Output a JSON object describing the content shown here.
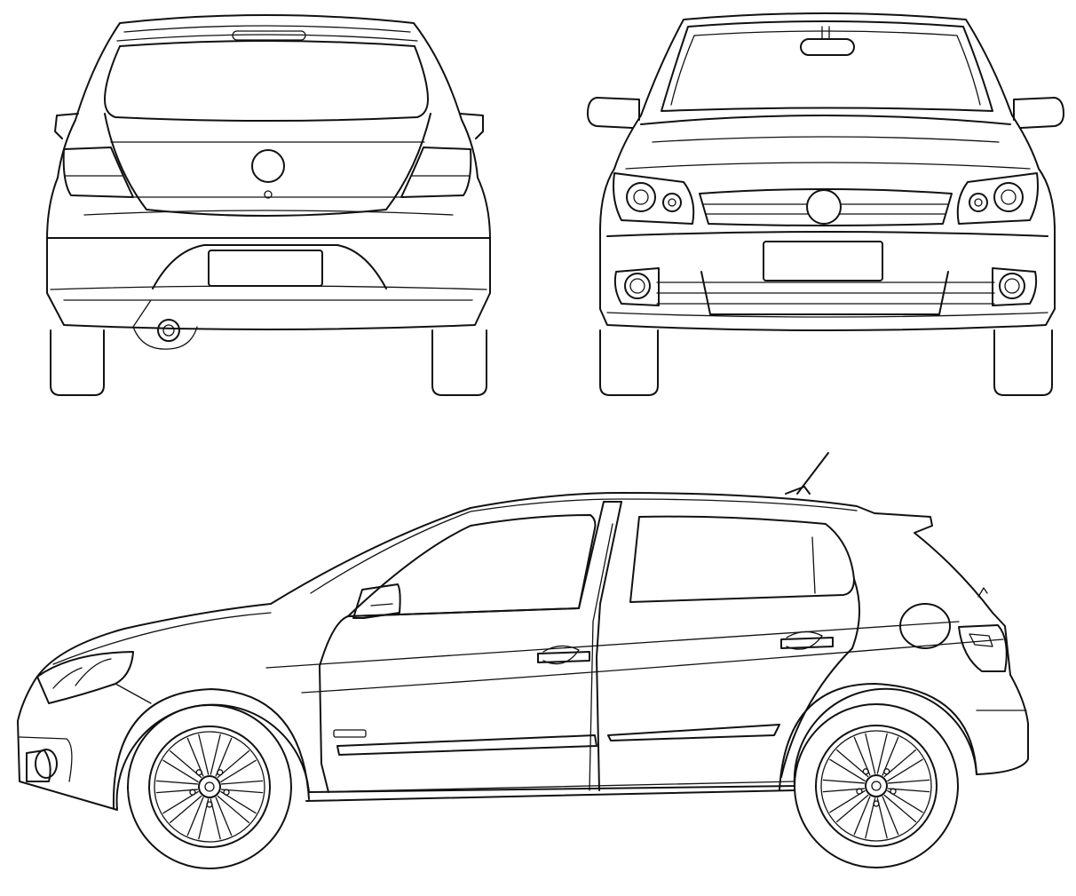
{
  "drawing": {
    "views": [
      "rear",
      "front",
      "side-left"
    ],
    "background": "#ffffff",
    "line_color": "#111111"
  }
}
